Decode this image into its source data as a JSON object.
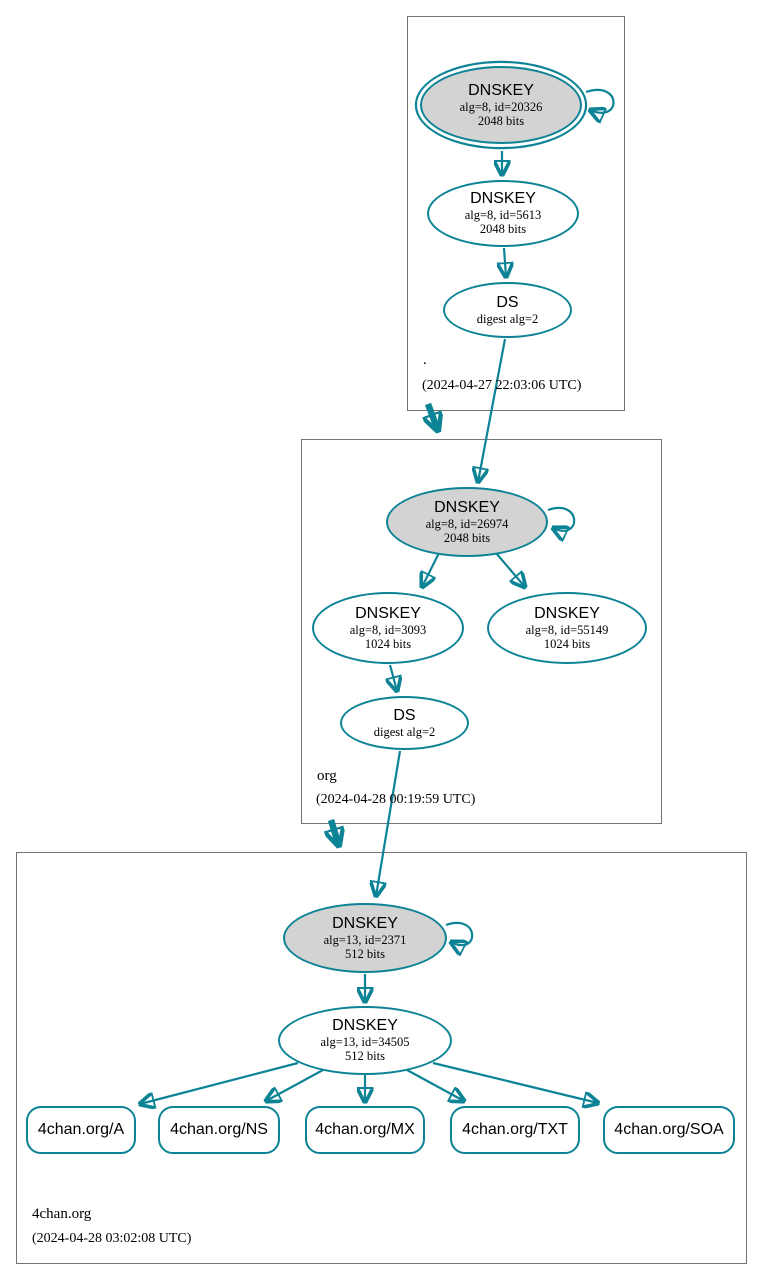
{
  "zones": [
    {
      "label": ".",
      "timestamp": "(2024-04-27 22:03:06 UTC)"
    },
    {
      "label": "org",
      "timestamp": "(2024-04-28 00:19:59 UTC)"
    },
    {
      "label": "4chan.org",
      "timestamp": "(2024-04-28 03:02:08 UTC)"
    }
  ],
  "nodes": {
    "root_ksk": {
      "title": "DNSKEY",
      "detail1": "alg=8, id=20326",
      "detail2": "2048 bits"
    },
    "root_zsk": {
      "title": "DNSKEY",
      "detail1": "alg=8, id=5613",
      "detail2": "2048 bits"
    },
    "root_ds": {
      "title": "DS",
      "detail1": "digest alg=2"
    },
    "org_ksk": {
      "title": "DNSKEY",
      "detail1": "alg=8, id=26974",
      "detail2": "2048 bits"
    },
    "org_zsk1": {
      "title": "DNSKEY",
      "detail1": "alg=8, id=3093",
      "detail2": "1024 bits"
    },
    "org_zsk2": {
      "title": "DNSKEY",
      "detail1": "alg=8, id=55149",
      "detail2": "1024 bits"
    },
    "org_ds": {
      "title": "DS",
      "detail1": "digest alg=2"
    },
    "chan_ksk": {
      "title": "DNSKEY",
      "detail1": "alg=13, id=2371",
      "detail2": "512 bits"
    },
    "chan_zsk": {
      "title": "DNSKEY",
      "detail1": "alg=13, id=34505",
      "detail2": "512 bits"
    },
    "rr_a": {
      "label": "4chan.org/A"
    },
    "rr_ns": {
      "label": "4chan.org/NS"
    },
    "rr_mx": {
      "label": "4chan.org/MX"
    },
    "rr_txt": {
      "label": "4chan.org/TXT"
    },
    "rr_soa": {
      "label": "4chan.org/SOA"
    }
  },
  "colors": {
    "edge": "#0d8396",
    "key_fill": "#d3d3d3",
    "zone_border": "#737373"
  }
}
